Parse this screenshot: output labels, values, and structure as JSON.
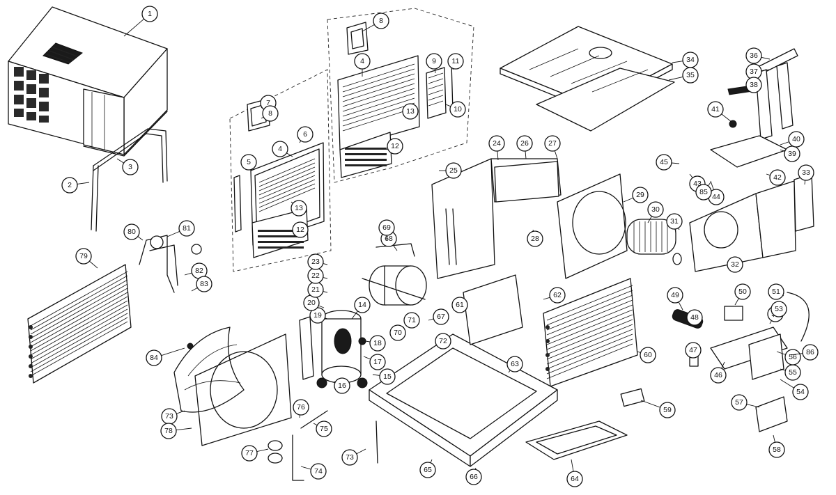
{
  "diagram": {
    "callouts": [
      {
        "label": "1"
      },
      {
        "label": "2"
      },
      {
        "label": "3"
      },
      {
        "label": "4"
      },
      {
        "label": "4"
      },
      {
        "label": "5"
      },
      {
        "label": "6"
      },
      {
        "label": "7"
      },
      {
        "label": "8"
      },
      {
        "label": "8"
      },
      {
        "label": "9"
      },
      {
        "label": "10"
      },
      {
        "label": "11"
      },
      {
        "label": "12"
      },
      {
        "label": "12"
      },
      {
        "label": "13"
      },
      {
        "label": "13"
      },
      {
        "label": "14"
      },
      {
        "label": "15"
      },
      {
        "label": "16"
      },
      {
        "label": "17"
      },
      {
        "label": "18"
      },
      {
        "label": "19"
      },
      {
        "label": "20"
      },
      {
        "label": "21"
      },
      {
        "label": "22"
      },
      {
        "label": "23"
      },
      {
        "label": "24"
      },
      {
        "label": "25"
      },
      {
        "label": "26"
      },
      {
        "label": "27"
      },
      {
        "label": "28"
      },
      {
        "label": "29"
      },
      {
        "label": "30"
      },
      {
        "label": "31"
      },
      {
        "label": "32"
      },
      {
        "label": "33"
      },
      {
        "label": "34"
      },
      {
        "label": "35"
      },
      {
        "label": "36"
      },
      {
        "label": "37"
      },
      {
        "label": "38"
      },
      {
        "label": "39"
      },
      {
        "label": "40"
      },
      {
        "label": "41"
      },
      {
        "label": "42"
      },
      {
        "label": "43"
      },
      {
        "label": "44"
      },
      {
        "label": "45"
      },
      {
        "label": "46"
      },
      {
        "label": "47"
      },
      {
        "label": "48"
      },
      {
        "label": "49"
      },
      {
        "label": "50"
      },
      {
        "label": "51"
      },
      {
        "label": "52"
      },
      {
        "label": "53"
      },
      {
        "label": "54"
      },
      {
        "label": "55"
      },
      {
        "label": "56"
      },
      {
        "label": "57"
      },
      {
        "label": "58"
      },
      {
        "label": "59"
      },
      {
        "label": "60"
      },
      {
        "label": "61"
      },
      {
        "label": "62"
      },
      {
        "label": "63"
      },
      {
        "label": "64"
      },
      {
        "label": "65"
      },
      {
        "label": "66"
      },
      {
        "label": "67"
      },
      {
        "label": "68"
      },
      {
        "label": "69"
      },
      {
        "label": "70"
      },
      {
        "label": "71"
      },
      {
        "label": "72"
      },
      {
        "label": "73"
      },
      {
        "label": "73"
      },
      {
        "label": "74"
      },
      {
        "label": "75"
      },
      {
        "label": "76"
      },
      {
        "label": "77"
      },
      {
        "label": "78"
      },
      {
        "label": "79"
      },
      {
        "label": "80"
      },
      {
        "label": "81"
      },
      {
        "label": "82"
      },
      {
        "label": "83"
      },
      {
        "label": "84"
      },
      {
        "label": "85"
      },
      {
        "label": "86"
      },
      {
        "label": "56"
      }
    ]
  }
}
